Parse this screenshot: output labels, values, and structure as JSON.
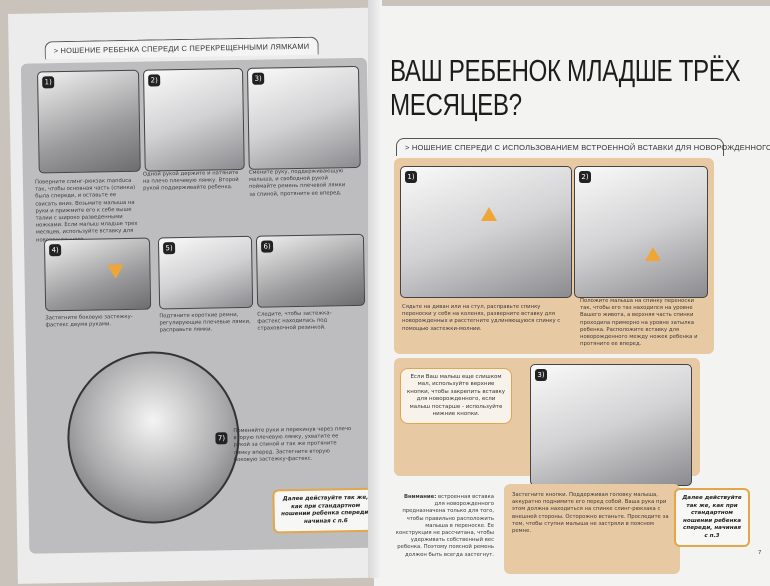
{
  "left_page": {
    "section_tag": "> НОШЕНИЕ РЕБЕНКА СПЕРЕДИ С ПЕРЕКРЕЩЕННЫМИ ЛЯМКАМИ",
    "steps": [
      {
        "number": "1)",
        "caption": "Поверните слинг-рюкзак manduca так, чтобы основная часть (спинка) была спереди, и оставьте ее свисать вниз. Возьмите малыша на руки и прижмите его к себе выше талии с широко разведенными ножками. Если малыш младше трех месяцев, используйте вставку для новорожденного."
      },
      {
        "number": "2)",
        "caption": "Одной рукой держите и натяните на плечо плечевую лямку. Второй рукой поддерживайте ребенка."
      },
      {
        "number": "3)",
        "caption": "Смените руку, поддерживающую малыша, и свободной рукой поймайте ремень плечевой лямки за спиной, протяните ее вперед."
      },
      {
        "number": "4)",
        "caption": "Застегните боковую застежку-фастекс двумя руками."
      },
      {
        "number": "5)",
        "caption": "Подтяните короткие ремни, регулирующие плечевые лямки, расправьте лямки."
      },
      {
        "number": "6)",
        "caption": "Следите, чтобы застежка-фастекс находилась под страховочной резинкой."
      },
      {
        "number": "7)",
        "caption": "Поменяйте руки и перекинув через плечо вторую плечевую лямку, ухватите ее рукой за спиной и так же протяните лямку вперед. Застегните вторую боковую застежку-фастекс."
      }
    ],
    "note": "Далее действуйте так же, как при стандартном ношении ребенка спереди, начиная с п.6"
  },
  "right_page": {
    "title_line1": "ВАШ РЕБЕНОК МЛАДШЕ ТРЁХ",
    "title_line2": "МЕСЯЦЕВ?",
    "section_tag": "> НОШЕНИЕ СПЕРЕДИ С ИСПОЛЬЗОВАНИЕМ ВСТРОЕННОЙ ВСТАВКИ ДЛЯ НОВОРОЖДЕННОГО",
    "steps": [
      {
        "number": "1)",
        "caption": "Сядьте на диван или на стул, расправьте спинку переноски у себя на коленях, разверните вставку для новорожденных и расстегните удлиняющуюся спинку с помощью застежки-молнии."
      },
      {
        "number": "2)",
        "caption": "Положите малыша на спинку переноски так, чтобы его таз находился на уровне Вашего живота, а верхняя часть спинки проходила примерно на уровне затылка ребенка. Расположите вставку для новорожденного между ножек ребенка и протяните ее вперед."
      },
      {
        "number": "3)",
        "caption": "Застегните кнопки. Поддерживая головку малыша, аккуратно поднимите его перед собой. Ваша рука при этом должна находиться на спинке слинг-рюкзака с внешней стороны. Осторожно встаньте. Проследите за тем, чтобы ступни малыша не застряли в поясном ремне."
      }
    ],
    "bubble": "Если Ваш малыш еще слишком мал, используйте верхние кнопки, чтобы закрепить вставку для новорожденного, если малыш постарше - используйте нижние кнопки.",
    "warning_label": "Внимание:",
    "warning_text": " встроенная вставка для новорожденного предназначена только для того, чтобы правильно расположить малыша в переноске. Ее конструкция не рассчитана, чтобы удерживать собственный вес ребенка. Поэтому поясной ремень должен быть всегда застегнут.",
    "note": "Далее действуйте так же, как при стандартном ношении ребенка спереди, начиная с п.3",
    "page_number": "7"
  },
  "colors": {
    "accent_orange": "#e3a64a",
    "panel_beige": "#e7c9a4",
    "panel_gray": "#bdbdbf"
  }
}
